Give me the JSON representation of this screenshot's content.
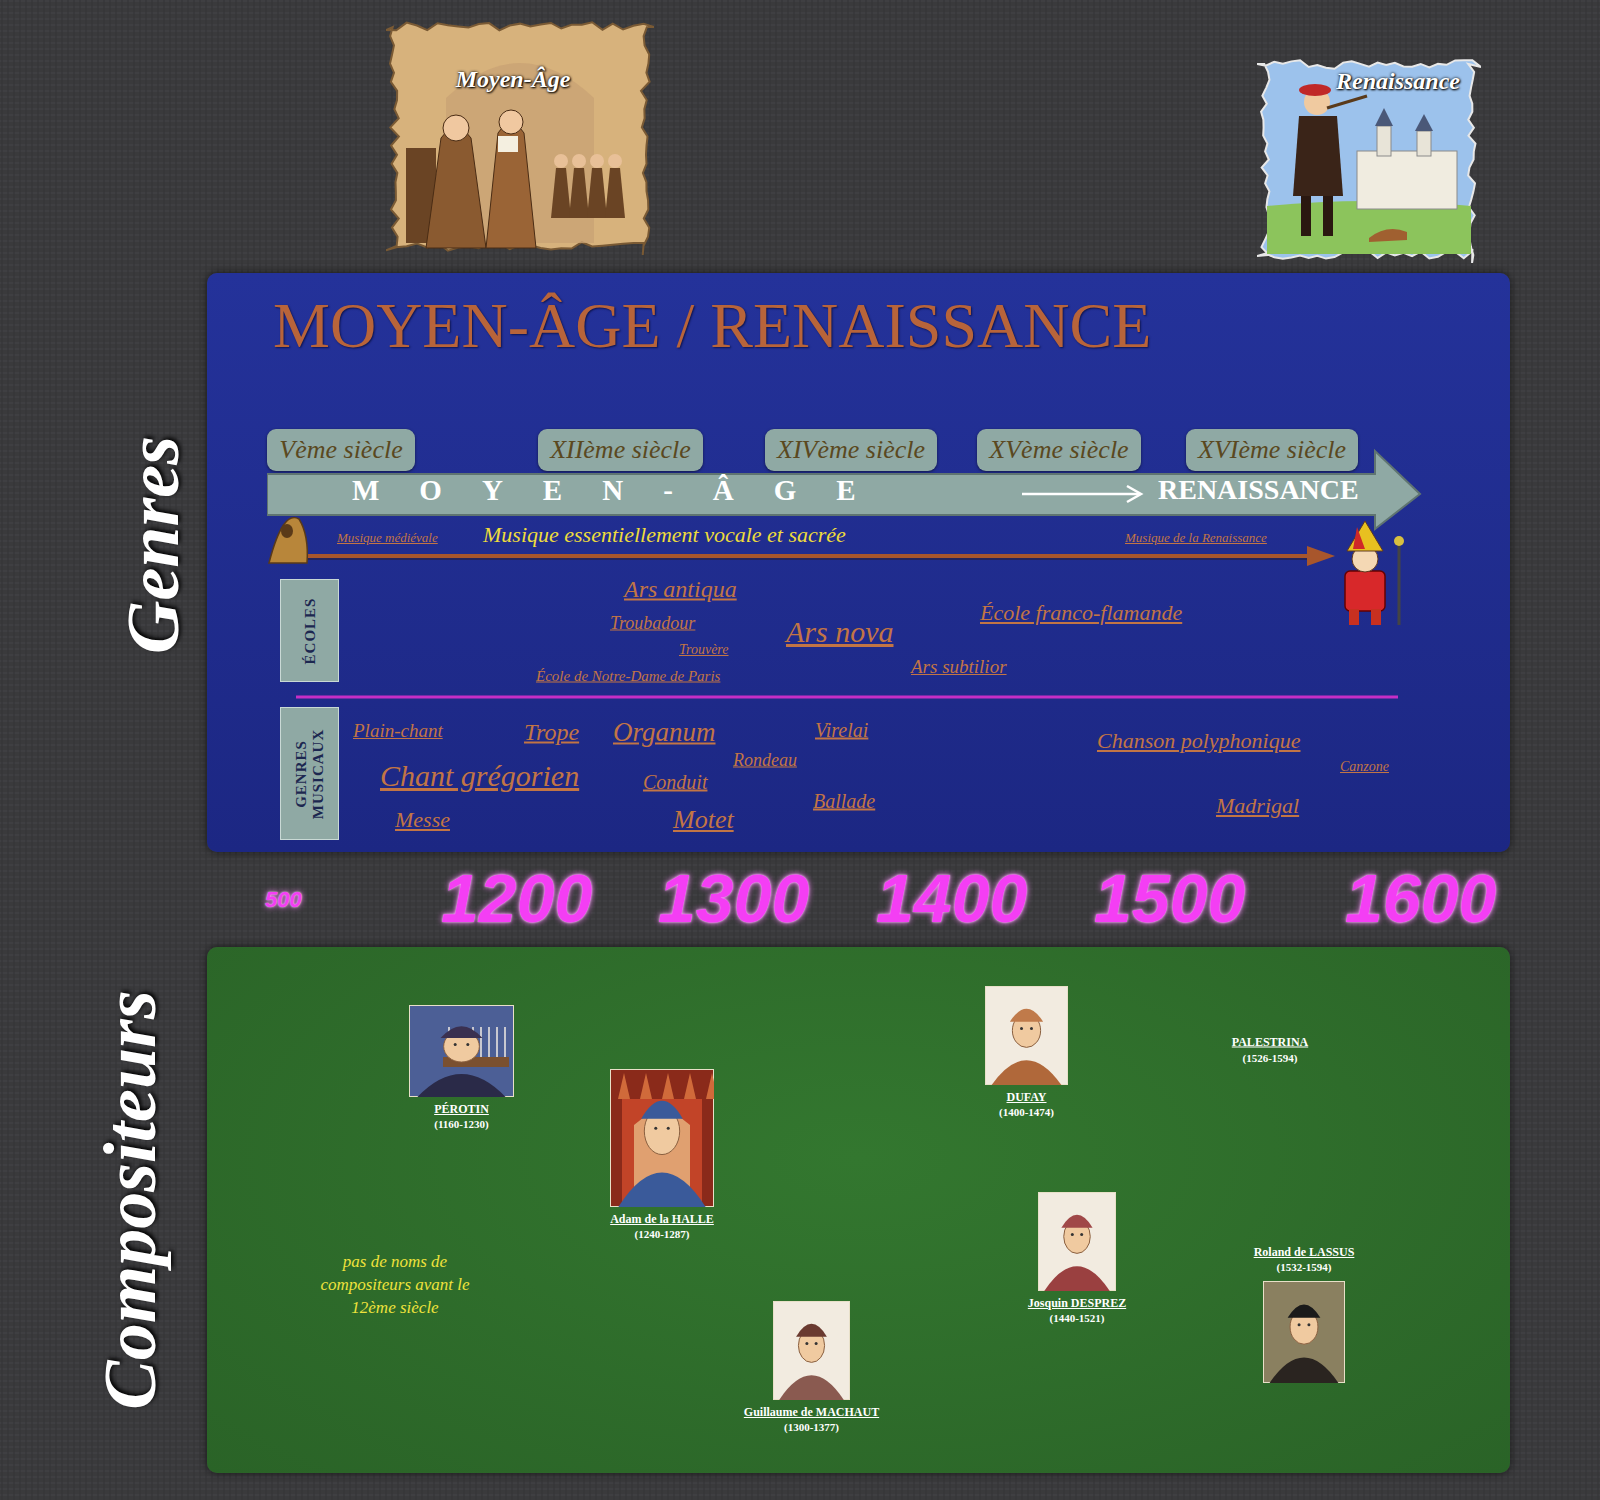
{
  "diagram": {
    "title": "MOYEN-ÂGE / RENAISSANCE",
    "nodes": [
      {
        "text": [
          "Moyen-Âge"
        ]
      },
      {
        "text": [
          "Renaissance"
        ]
      },
      {
        "text": [
          "Genres"
        ]
      },
      {
        "text": [
          "Vème siècle"
        ],
        "in": 2
      },
      {
        "text": [
          "XIIème siècle"
        ],
        "in": 2
      },
      {
        "text": [
          "XIVème siècle"
        ],
        "in": 2
      },
      {
        "text": [
          "XVème siècle"
        ],
        "in": 2
      },
      {
        "text": [
          "XVIème siècle"
        ],
        "in": 2
      },
      {
        "text": [
          "MOYEN-ÂGE",
          "RENAISSANCE"
        ],
        "in": 2
      },
      {
        "text": [
          "ÉCOLES"
        ],
        "in": 2
      },
      {
        "text": [
          "GENRES MUSICAUX"
        ],
        "in": 2
      },
      {
        "text": [
          "Compositeurs"
        ]
      },
      {
        "text": [
          "PÉROTIN",
          "(1160-1230)"
        ],
        "in": 11
      },
      {
        "text": [
          "Adam de la HALLE",
          "(1240-1287)"
        ],
        "in": 11
      },
      {
        "text": [
          "Guillaume de MACHAUT",
          "(1300-1377)"
        ],
        "in": 11
      },
      {
        "text": [
          "DUFAY",
          "(1400-1474)"
        ],
        "in": 11
      },
      {
        "text": [
          "Josquin DESPREZ",
          "(1440-1521)"
        ],
        "in": 11
      },
      {
        "text": [
          "Roland de LASSUS",
          "(1532-1594)"
        ],
        "in": 11
      }
    ],
    "labels": [
      "Musique médiévale",
      "Musique essentiellement vocale et sacrée",
      "Musique de la Renaissance",
      "Ars antiqua",
      "Troubadour",
      "Trouvère",
      "École de Notre-Dame de Paris",
      "Ars nova",
      "Ars subtilior",
      "École franco-flamande",
      "Plain-chant",
      "Trope",
      "Organum",
      "Chant grégorien",
      "Conduit",
      "Motet",
      "Messe",
      "Rondeau",
      "Virelai",
      "Ballade",
      "Chanson polyphonique",
      "Canzone",
      "Madrigal",
      "500",
      "1200",
      "1300",
      "1400",
      "1500",
      "1600",
      "pas de noms de compositeurs avant le 12ème siècle",
      "PALESTRINA",
      "(1526-1594)"
    ]
  }
}
